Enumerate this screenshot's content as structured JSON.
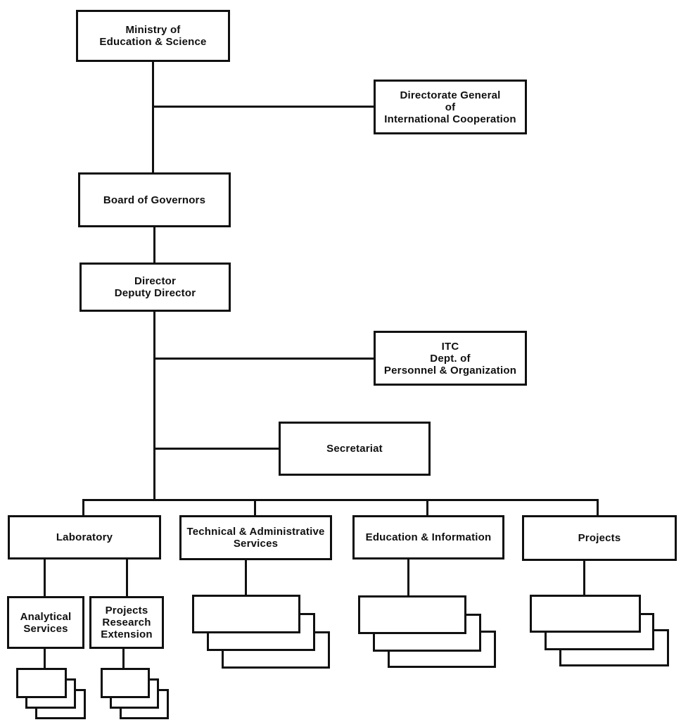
{
  "diagram_type": "organization-chart",
  "colors": {
    "ink": "#101010",
    "paper": "#ffffff"
  },
  "nodes": {
    "ministry": {
      "lines": [
        "Ministry of",
        "Education & Science"
      ]
    },
    "directorate_general": {
      "lines": [
        "Directorate General",
        "of",
        "International Cooperation"
      ]
    },
    "board_of_governors": {
      "lines": [
        "Board of Governors"
      ]
    },
    "director": {
      "lines": [
        "Director",
        "Deputy Director"
      ]
    },
    "itc_personnel": {
      "lines": [
        "ITC",
        "Dept. of",
        "Personnel & Organization"
      ]
    },
    "secretariat": {
      "lines": [
        "Secretariat"
      ]
    },
    "laboratory": {
      "lines": [
        "Laboratory"
      ]
    },
    "technical_admin": {
      "lines": [
        "Technical & Administrative",
        "Services"
      ]
    },
    "education_info": {
      "lines": [
        "Education & Information"
      ]
    },
    "projects": {
      "lines": [
        "Projects"
      ]
    },
    "analytical_services": {
      "lines": [
        "Analytical",
        "Services"
      ]
    },
    "projects_research_extension": {
      "lines": [
        "Projects",
        "Research",
        "Extension"
      ]
    }
  },
  "unlabeled_stacks": {
    "under_technical_admin": {
      "count": 3
    },
    "under_education_info": {
      "count": 3
    },
    "under_projects": {
      "count": 3
    },
    "under_analytical_services": {
      "count": 3
    },
    "under_projects_research_extension": {
      "count": 3
    }
  }
}
